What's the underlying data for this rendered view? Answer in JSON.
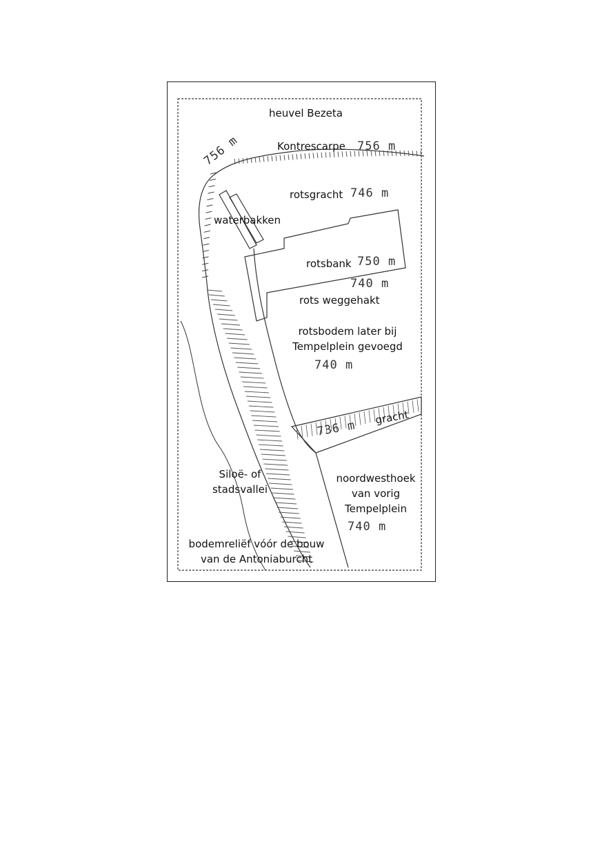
{
  "labels": {
    "hill": "heuvel Bezeta",
    "counterscarp": "Kontrescarpe",
    "rock_moat": "rotsgracht",
    "water_basins": "waterbakken",
    "rock_bank": "rotsbank",
    "rock_cut": "rots weggehakt",
    "rock_floor_line1": "rotsbodem later bij",
    "rock_floor_line2": "Tempelplein gevoegd",
    "moat": "gracht",
    "nw_corner_line1": "noordwesthoek",
    "nw_corner_line2": "van vorig",
    "nw_corner_line3": "Tempelplein",
    "valley_line1": "Siloë- of",
    "valley_line2": "stadsvallei",
    "caption_line1": "bodemreliëf vóór de bouw",
    "caption_line2": "van de Antoniaburcht"
  },
  "elevations": {
    "counterscarp": "756 m",
    "west_edge": "756 m",
    "rock_moat": "746 m",
    "rock_bank": "750 m",
    "rock_cut": "740 m",
    "rock_floor": "740 m",
    "moat": "736 m",
    "nw_corner": "740 m"
  },
  "colors": {
    "ink": "#222222",
    "paper": "#ffffff"
  }
}
